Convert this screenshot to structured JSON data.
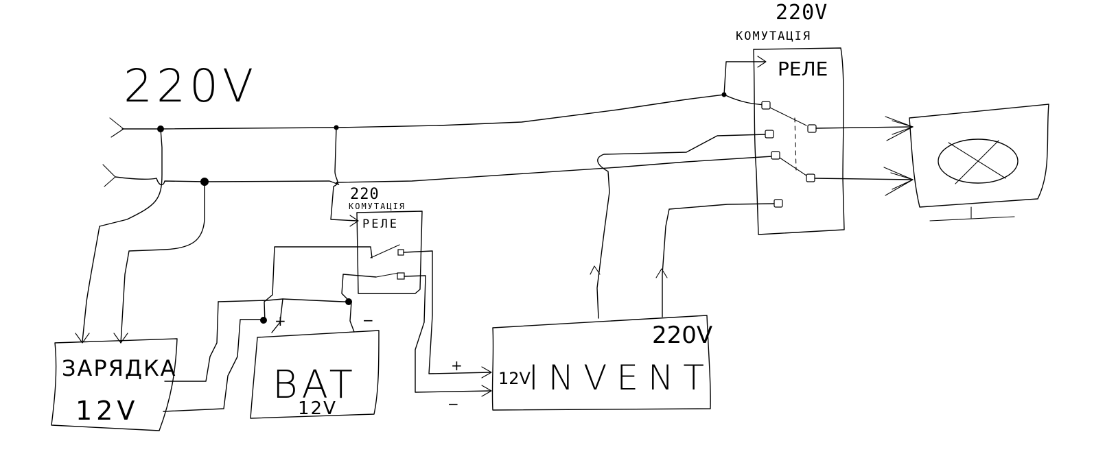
{
  "labels": {
    "mains_voltage": "220V",
    "relay_main_voltage": "220V",
    "relay_main_caption": "КОМУТАЦІЯ",
    "relay_main_name": "РЕЛЕ",
    "relay_small_voltage": "220",
    "relay_small_caption": "КОМУТАЦІЯ",
    "relay_small_name": "РЕЛЕ",
    "charger_line1": "ЗАРЯДКА",
    "charger_line2": "12V",
    "battery_line1": "BAT",
    "battery_line2": "12V",
    "inverter_name": "INVENT",
    "inverter_in": "12V",
    "inverter_out": "220V",
    "plus": "+",
    "minus": "−"
  },
  "colors": {
    "ink": "#000000",
    "paper": "#ffffff"
  }
}
